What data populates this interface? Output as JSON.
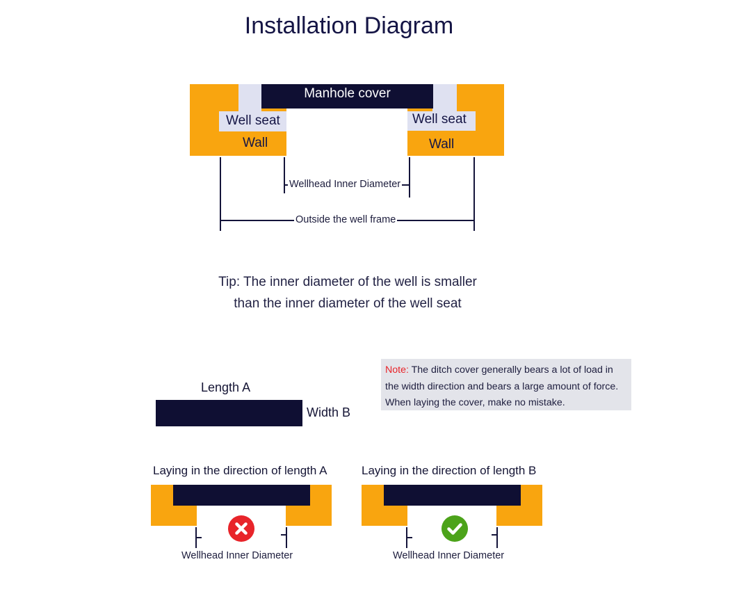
{
  "title": "Installation Diagram",
  "top_diagram": {
    "manhole_cover": "Manhole cover",
    "well_seat_left": "Well seat",
    "well_seat_right": "Well seat",
    "wall_left": "Wall",
    "wall_right": "Wall",
    "inner_diameter_label": "Wellhead Inner Diameter",
    "outside_frame_label": "Outside the well frame"
  },
  "tip": {
    "line1": "Tip: The inner diameter of the well is smaller",
    "line2": "than the inner diameter of the well seat"
  },
  "cover": {
    "length_label": "Length A",
    "width_label": "Width B"
  },
  "note": {
    "prefix": "Note:",
    "text": " The ditch cover generally bears a lot of load in the width direction and bears a large amount of force. When laying the cover, make no mistake."
  },
  "laying": [
    {
      "label": "Laying in the direction of length A",
      "diameter_label": "Wellhead Inner Diameter",
      "status": "wrong",
      "icon": "cross-icon",
      "color": "#e8242a"
    },
    {
      "label": "Laying in the direction of length B",
      "diameter_label": "Wellhead Inner Diameter",
      "status": "correct",
      "icon": "check-icon",
      "color": "#4ca31a"
    }
  ],
  "colors": {
    "wall": "#f9a50f",
    "cover": "#0f0f33",
    "well_seat": "#dfe1f1",
    "note_background": "#e3e4ea"
  }
}
